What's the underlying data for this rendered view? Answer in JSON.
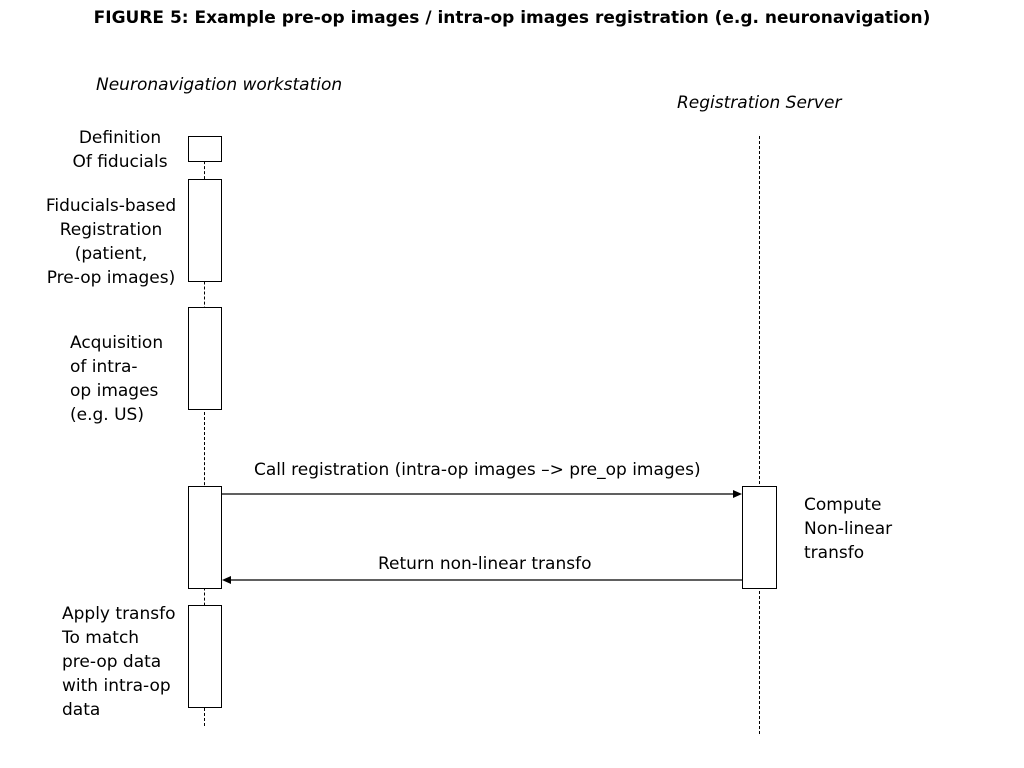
{
  "title": "FIGURE 5: Example  pre-op images / intra-op images registration (e.g. neuronavigation)",
  "lifelines": {
    "workstation": "Neuronavigation workstation",
    "server": "Registration Server"
  },
  "steps": {
    "definition": [
      "Definition",
      "Of fiducials"
    ],
    "fiducial_registration": [
      "Fiducials-based",
      "Registration",
      "(patient,",
      "Pre-op images)"
    ],
    "acquisition": [
      "Acquisition",
      "of intra-",
      "op images",
      "(e.g. US)"
    ],
    "compute": [
      "Compute",
      "Non-linear",
      "transfo"
    ],
    "apply": [
      "Apply transfo",
      "To match",
      "pre-op data",
      "with intra-op",
      "data"
    ]
  },
  "messages": {
    "call": "Call registration (intra-op images –> pre_op images)",
    "return": "Return non-linear transfo"
  }
}
